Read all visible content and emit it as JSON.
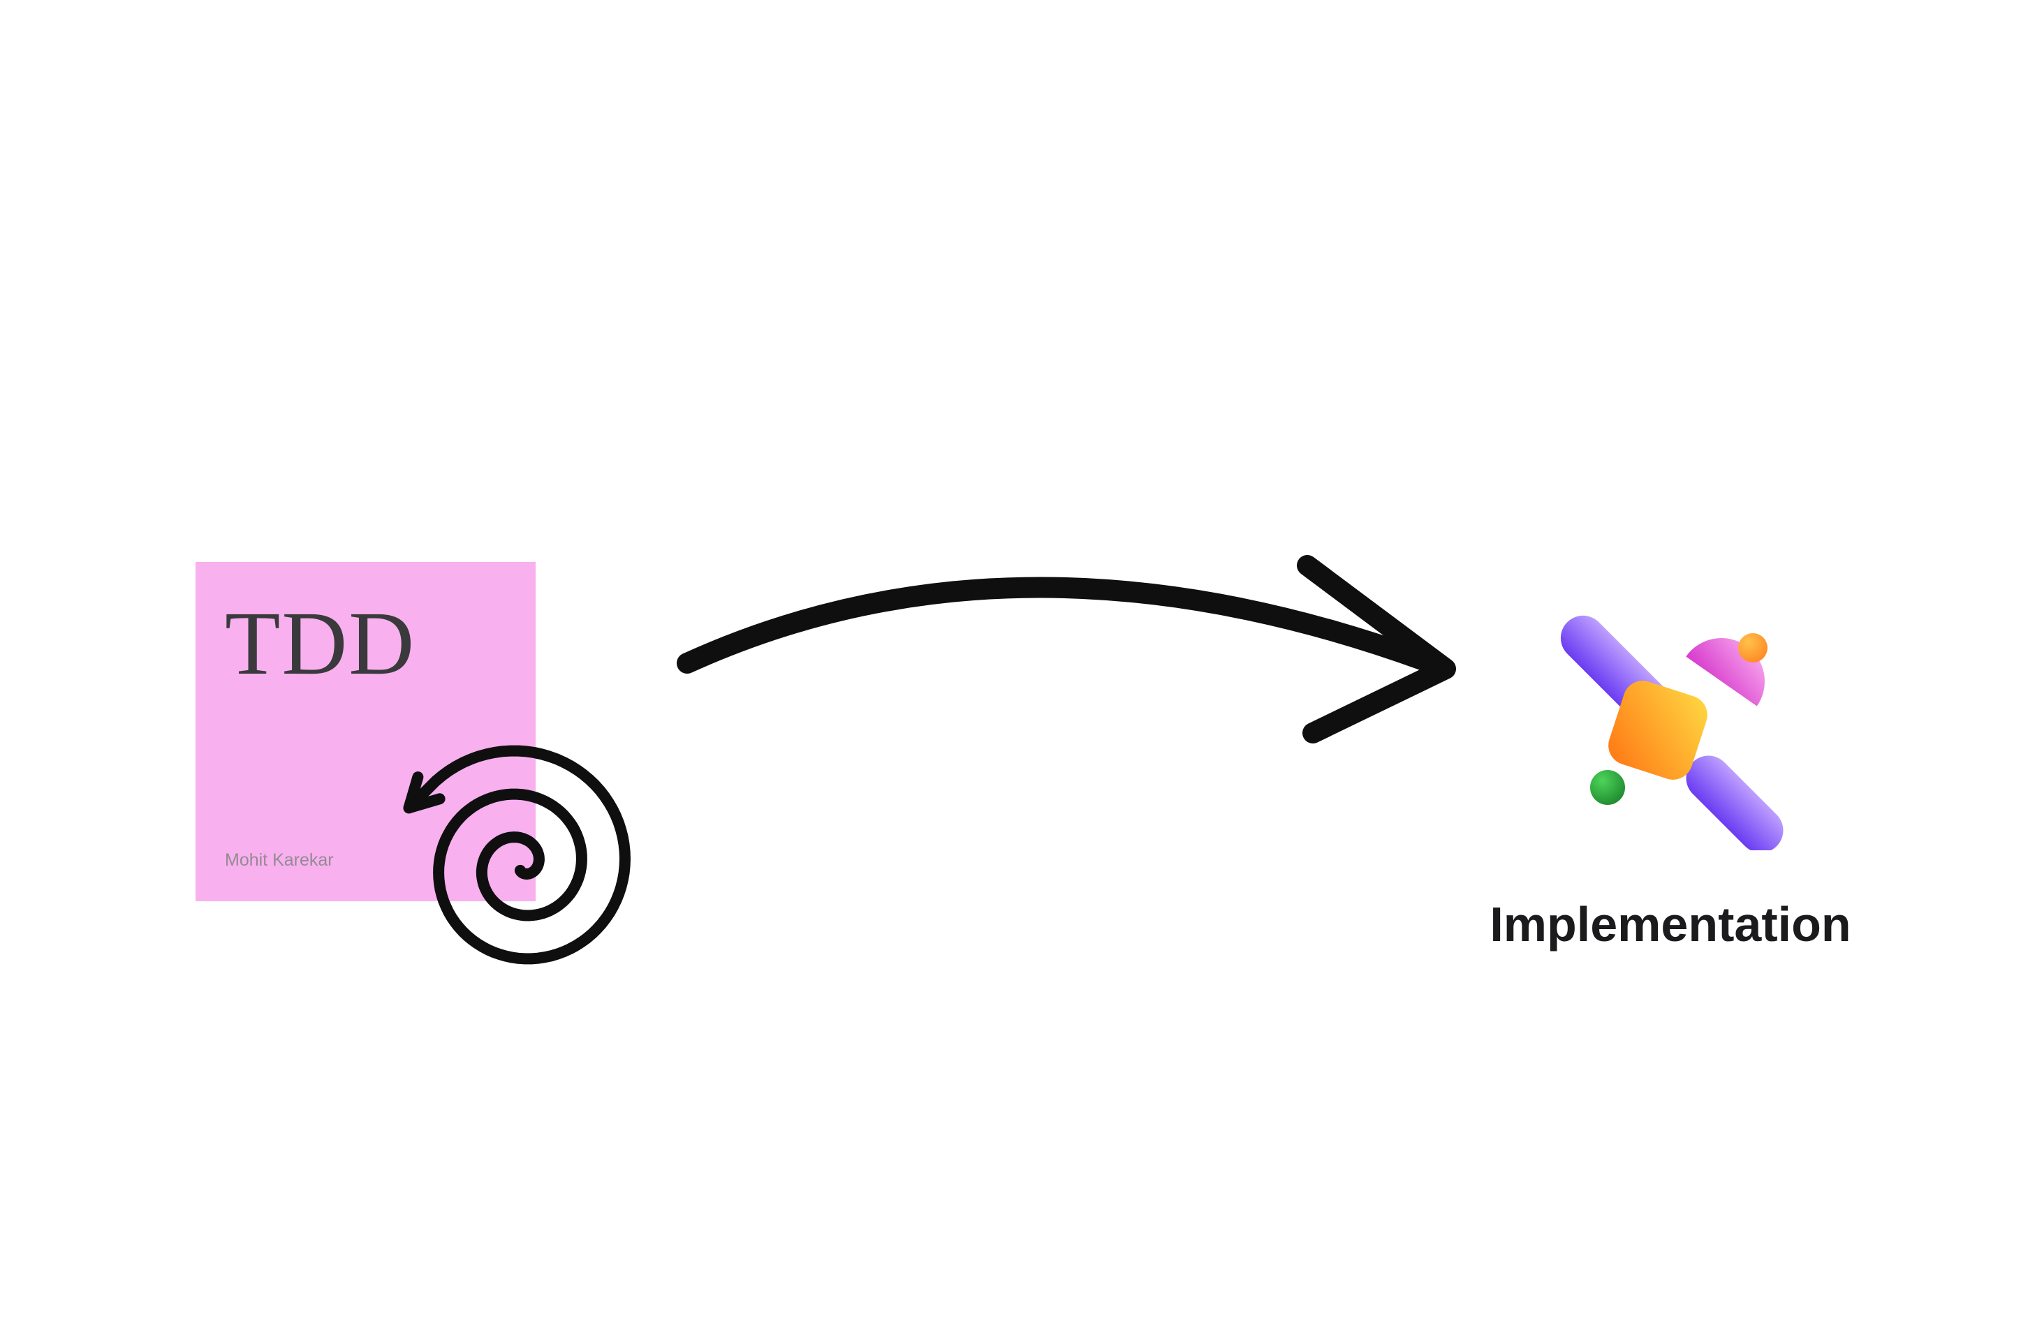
{
  "diagram": {
    "source_card": {
      "title": "TDD",
      "author": "Mohit Karekar"
    },
    "target": {
      "label": "Implementation"
    }
  },
  "icons": {
    "spiral": "spiral-arrow-icon",
    "arrow": "curved-arrow-icon",
    "satellite": "satellite-3d-icon"
  },
  "colors": {
    "canvas_bg": "#ffffff",
    "card_bg": "#f9b0ef",
    "card_title": "#3a3a3c",
    "card_author": "#938b93",
    "ink": "#0f0f0f",
    "label_text": "#1b1b1d",
    "purple_light": "#bda0ff",
    "purple_dark": "#6b3bf2",
    "orange_light": "#ffd23f",
    "orange_dark": "#ff7d17",
    "pink_light": "#f9a8ef",
    "pink_dark": "#d943cf",
    "green_light": "#4ed35a",
    "green_dark": "#157d26",
    "ball_light": "#ffc24a",
    "ball_dark": "#ff7e1f"
  }
}
